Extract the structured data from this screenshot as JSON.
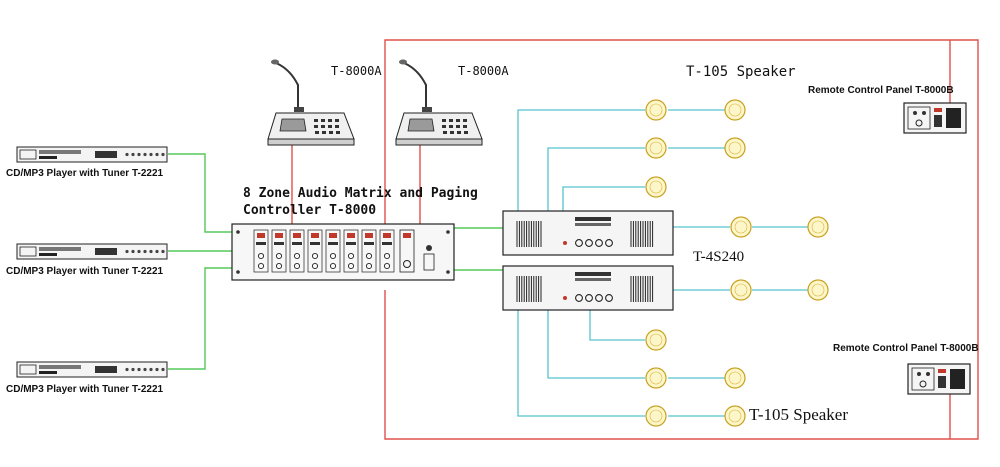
{
  "colors": {
    "red_wire": "#e0504a",
    "green_wire": "#55c85a",
    "cyan_wire": "#58c4cf",
    "speaker_fill": "#fdf6c8",
    "speaker_stroke": "#c9a020",
    "device_stroke": "#222222"
  },
  "sources": {
    "player1_label": "CD/MP3 Player with Tuner  T-2221",
    "player2_label": "CD/MP3 Player with Tuner  T-2221",
    "player3_label": "CD/MP3 Player with Tuner  T-2221",
    "device_icon": "cd-mp3-player-rack-icon"
  },
  "paging": {
    "mic1_label": "T-8000A",
    "mic2_label": "T-8000A",
    "device_icon": "paging-microphone-console-icon"
  },
  "matrix": {
    "title_line1": "8 Zone Audio Matrix and Paging",
    "title_line2": "Controller T-8000",
    "device_icon": "audio-matrix-controller-icon"
  },
  "amplifier": {
    "label": "T-4S240",
    "device_icon": "power-amplifier-icon"
  },
  "speakers": {
    "top_label": "T-105 Speaker",
    "bottom_label": "T-105 Speaker",
    "device_icon": "ceiling-speaker-icon"
  },
  "remote_panels": {
    "top_label": "Remote Control Panel T-8000B",
    "bottom_label": "Remote Control Panel T-8000B",
    "device_icon": "remote-control-panel-icon"
  }
}
